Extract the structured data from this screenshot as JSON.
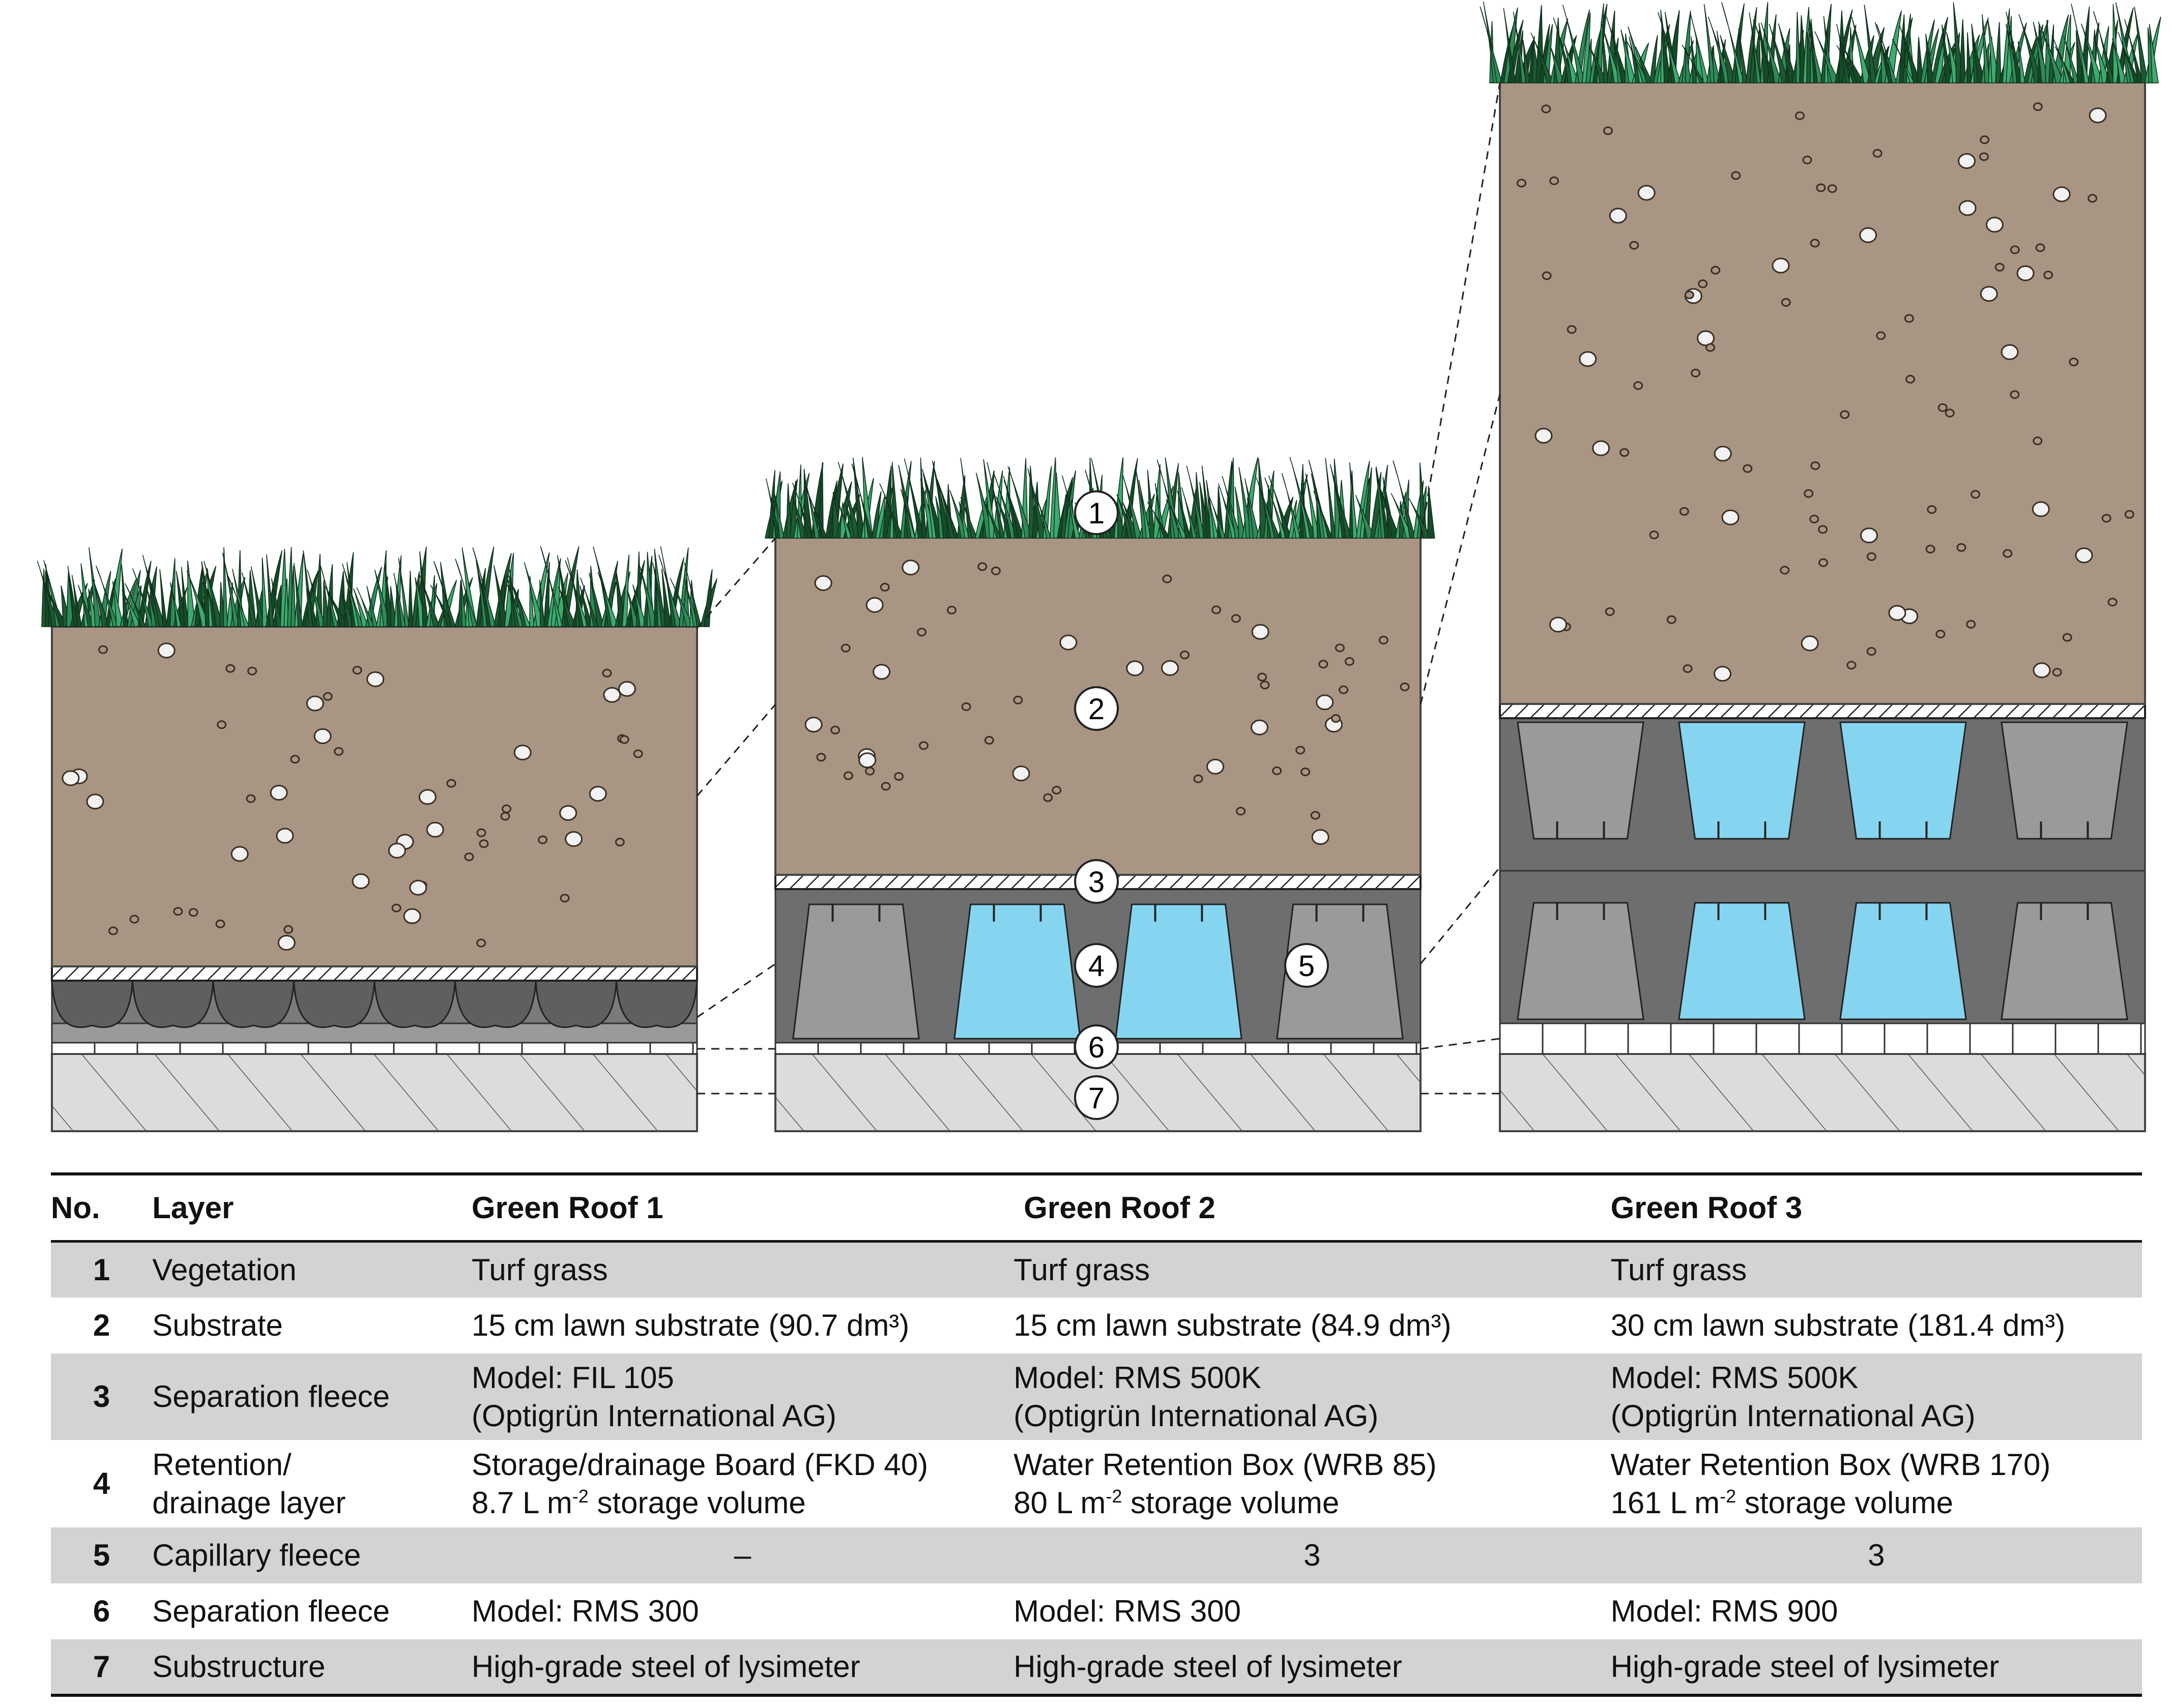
{
  "diagram": {
    "callouts": [
      "1",
      "2",
      "3",
      "4",
      "5",
      "6",
      "7"
    ]
  },
  "table": {
    "headers": {
      "no": "No.",
      "layer": "Layer",
      "roof1": "Green Roof 1",
      "roof2": "Green Roof 2",
      "roof3": "Green Roof 3"
    },
    "rows": [
      {
        "no": "1",
        "layer": "Vegetation",
        "roof1": "Turf grass",
        "roof2": "Turf grass",
        "roof3": "Turf grass"
      },
      {
        "no": "2",
        "layer": "Substrate",
        "roof1": "15 cm lawn substrate (90.7 dm³)",
        "roof2": "15 cm lawn substrate (84.9 dm³)",
        "roof3": "30 cm lawn substrate (181.4 dm³)"
      },
      {
        "no": "3",
        "layer": "Separation fleece",
        "roof1": [
          "Model: FIL 105",
          "(Optigrün International AG)"
        ],
        "roof2": [
          "Model: RMS 500K",
          "(Optigrün International AG)"
        ],
        "roof3": [
          "Model: RMS 500K",
          "(Optigrün International AG)"
        ]
      },
      {
        "no": "4",
        "layer": [
          "Retention/",
          "drainage layer"
        ],
        "roof1": [
          "Storage/drainage Board (FKD 40)",
          "8.7 L m-2  storage volume"
        ],
        "roof2": [
          "Water Retention Box (WRB 85)",
          "80 L m-2  storage volume"
        ],
        "roof3": [
          "Water Retention Box (WRB 170)",
          "161 L m-2  storage volume"
        ]
      },
      {
        "no": "5",
        "layer": "Capillary fleece",
        "roof1": "–",
        "roof2": "3",
        "roof3": "3"
      },
      {
        "no": "6",
        "layer": "Separation fleece",
        "roof1": "Model: RMS 300",
        "roof2": "Model: RMS 300",
        "roof3": "Model: RMS 900"
      },
      {
        "no": "7",
        "layer": "Substructure",
        "roof1": "High-grade steel of lysimeter",
        "roof2": "High-grade steel of lysimeter",
        "roof3": "High-grade steel of lysimeter"
      }
    ]
  },
  "colors": {
    "substrate": "#a89584",
    "retention": "#6e6e6e",
    "support": "#9a9a9a",
    "water": "#86d5f0",
    "steel": "#dcdcdc",
    "grass_dark": "#1d5a32",
    "grass_mid": "#2e8b57",
    "grass_light": "#3daa6e"
  }
}
